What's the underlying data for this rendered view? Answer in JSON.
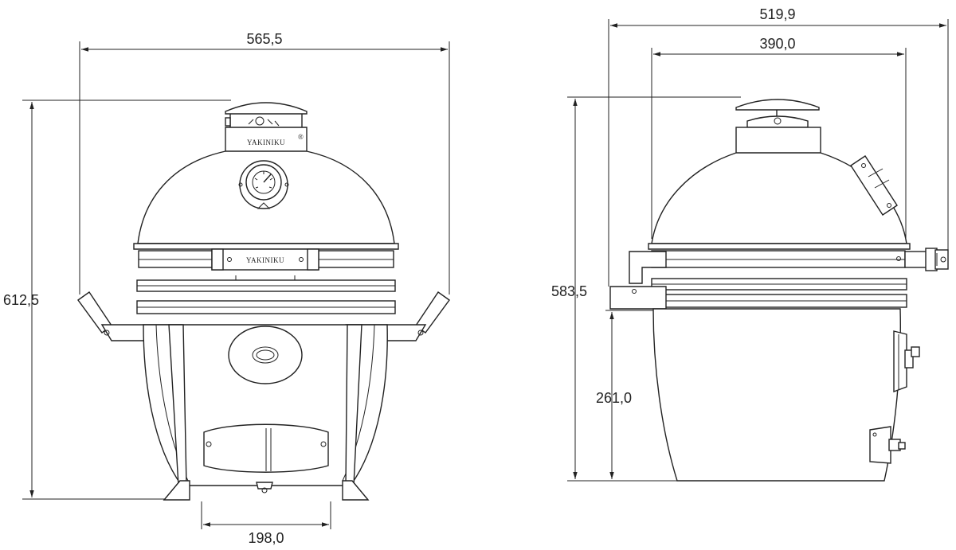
{
  "diagram": {
    "brand_front_top": "YAKINIKU",
    "brand_front_band": "YAKINIKU",
    "dimensions": {
      "front_width": "565,5",
      "front_height": "612,5",
      "front_base": "198,0",
      "side_width_outer": "519,9",
      "side_width_body": "390,0",
      "side_height": "583,5",
      "side_lower_height": "261,0"
    }
  }
}
